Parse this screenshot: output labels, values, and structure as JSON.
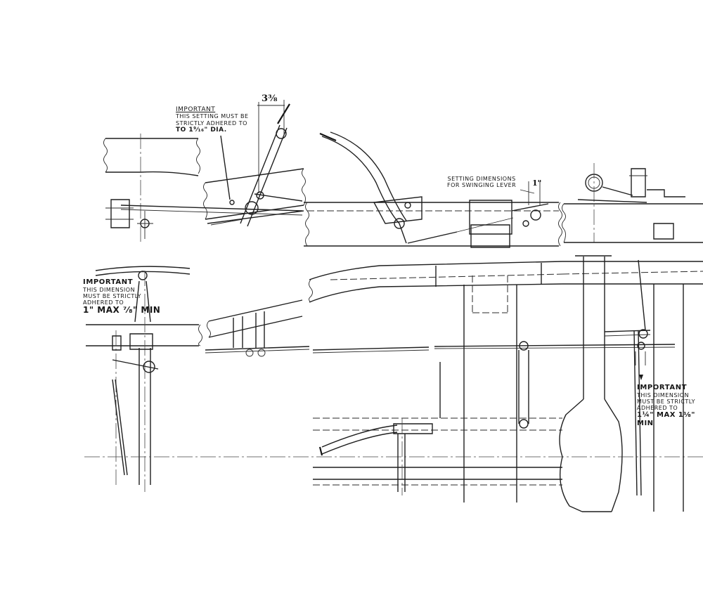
{
  "notes": {
    "setting": {
      "heading": "IMPORTANT",
      "line1": "THIS SETTING MUST BE",
      "line2": "STRICTLY ADHERED TO",
      "line3": "TO 1⁹⁄₁₆\" DIA."
    },
    "swinging_lever": {
      "line1": "SETTING DIMENSIONS",
      "line2": "FOR SWINGING LEVER",
      "dim": "1\""
    },
    "left_dimension": {
      "heading": "IMPORTANT",
      "line1": "THIS DIMENSION",
      "line2": "MUST BE STRICTLY",
      "line3": "ADHERED TO",
      "line4": "1\" MAX ⁷⁄₈\" MIN"
    },
    "right_dimension": {
      "heading": "IMPORTANT",
      "line1": "THIS DIMENSION",
      "line2": "MUST BE STRICTLY",
      "line3": "ADHERED TO",
      "line4": "1¼\" MAX 1⅛\" MIN"
    }
  },
  "dimensions": {
    "top_offset": "3³⁄₈"
  }
}
